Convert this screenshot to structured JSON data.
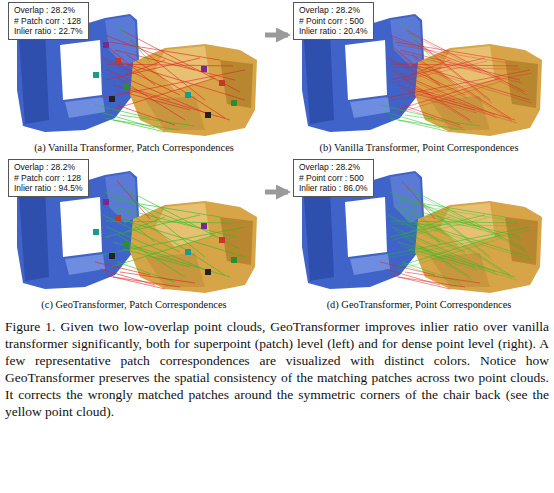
{
  "diagram": {
    "caption": "Figure 1. Given two low-overlap point clouds, GeoTransformer improves inlier ratio over vanilla transformer significantly, both for superpoint (patch) level (left) and for dense point level (right). A few representative patch correspondences are visualized with distinct colors. Notice how GeoTransformer preserves the spatial consistency of the matching patches across two point clouds. It corrects the wrongly matched patches around the symmetric corners of the chair back (see the yellow point cloud).",
    "nodes": [
      {
        "text": [
          "(a) Vanilla Transformer, Patch Correspondences"
        ]
      },
      {
        "text": [
          "Overlap : 28.2%",
          "# Patch corr : 128",
          "Inlier ratio : 22.7%"
        ],
        "in": 0
      },
      {
        "text": [
          "(b) Vanilla Transformer, Point Correspondences"
        ]
      },
      {
        "text": [
          "Overlap : 28.2%",
          "# Point corr : 500",
          "Inlier ratio : 20.4%"
        ],
        "in": 2
      },
      {
        "text": [
          "(c) GeoTransformer, Patch Correspondences"
        ]
      },
      {
        "text": [
          "Overlap : 28.2%",
          "# Patch corr : 128",
          "Inlier ratio : 94.5%"
        ],
        "in": 4
      },
      {
        "text": [
          "(d) GeoTransformer, Point Correspondences"
        ]
      },
      {
        "text": [
          "Overlap : 28.2%",
          "# Point corr : 500",
          "Inlier ratio : 86.0%"
        ],
        "in": 6
      }
    ],
    "edges": [
      {
        "from": 0,
        "to": 2,
        "arrow": "to"
      },
      {
        "from": 4,
        "to": 6,
        "arrow": "to"
      }
    ]
  }
}
